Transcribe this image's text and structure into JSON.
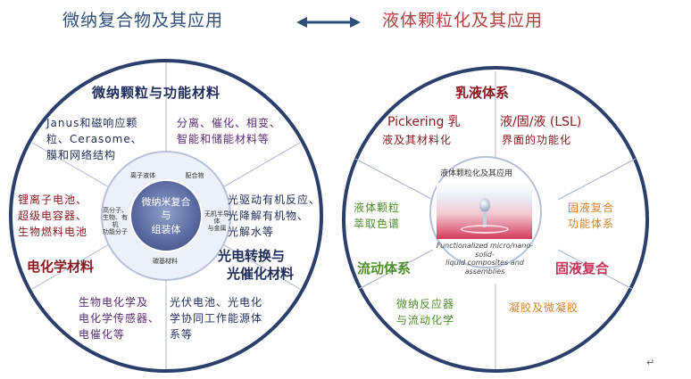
{
  "header": {
    "left_title": "微纳复合物及其应用",
    "right_title": "液体颗粒化及其应用"
  },
  "left_circle": {
    "top_title": "微纳颗粒与功能材料",
    "top_left_text": [
      "Janus和磁响应颗",
      "粒、Cerasome、",
      "膜和网络结构"
    ],
    "top_right_text": [
      "分离、催化、相变、",
      "智能和储能材料等"
    ],
    "left_text": [
      "锂离子电池、",
      "超级电容器、",
      "生物燃料电池"
    ],
    "left_title": "电化学材料",
    "right_text": [
      "光驱动有机反应、",
      "光降解有机物、",
      "光解水等"
    ],
    "right_title": [
      "光电转换与",
      "光催化材料"
    ],
    "bottom_left_text": [
      "生物电化学及",
      "电化学传感器、",
      "电催化等"
    ],
    "bottom_right_text": [
      "光伏电池、光电化",
      "学协同工作能源体",
      "系等"
    ],
    "hub": {
      "center": [
        "微纳米复合",
        "与",
        "组装体"
      ],
      "top": "离子液体",
      "top_right": "配合物",
      "right": [
        "无机半导体",
        "与金属"
      ],
      "bottom": "碳基材料",
      "left": [
        "高分子、",
        "生物、有机",
        "功能分子"
      ]
    }
  },
  "right_circle": {
    "top_title": "乳液体系",
    "top_left_text": [
      "Pickering 乳",
      "液及其材料化"
    ],
    "top_right_text": [
      "液/固/液 (LSL)",
      "界面的功能化"
    ],
    "left_text": [
      "液体颗粒",
      "萃取色谱"
    ],
    "left_title": "流动体系",
    "right_text": [
      "固液复合",
      "功能体系"
    ],
    "right_title": "固液复合",
    "bottom_left_text": [
      "微纳反应器",
      "与流动化学"
    ],
    "bottom_right_text": "凝胶及微凝胶",
    "hub_title": "液体颗粒化及其应用",
    "hub_caption": [
      "Functionalized micro/nano-solid-",
      "liquid composites and assemblies"
    ]
  },
  "colors": {
    "left_header": "#2e4f7a",
    "right_header": "#b6403e",
    "arrow": "#2e4f7a"
  },
  "end_mark": "↵"
}
